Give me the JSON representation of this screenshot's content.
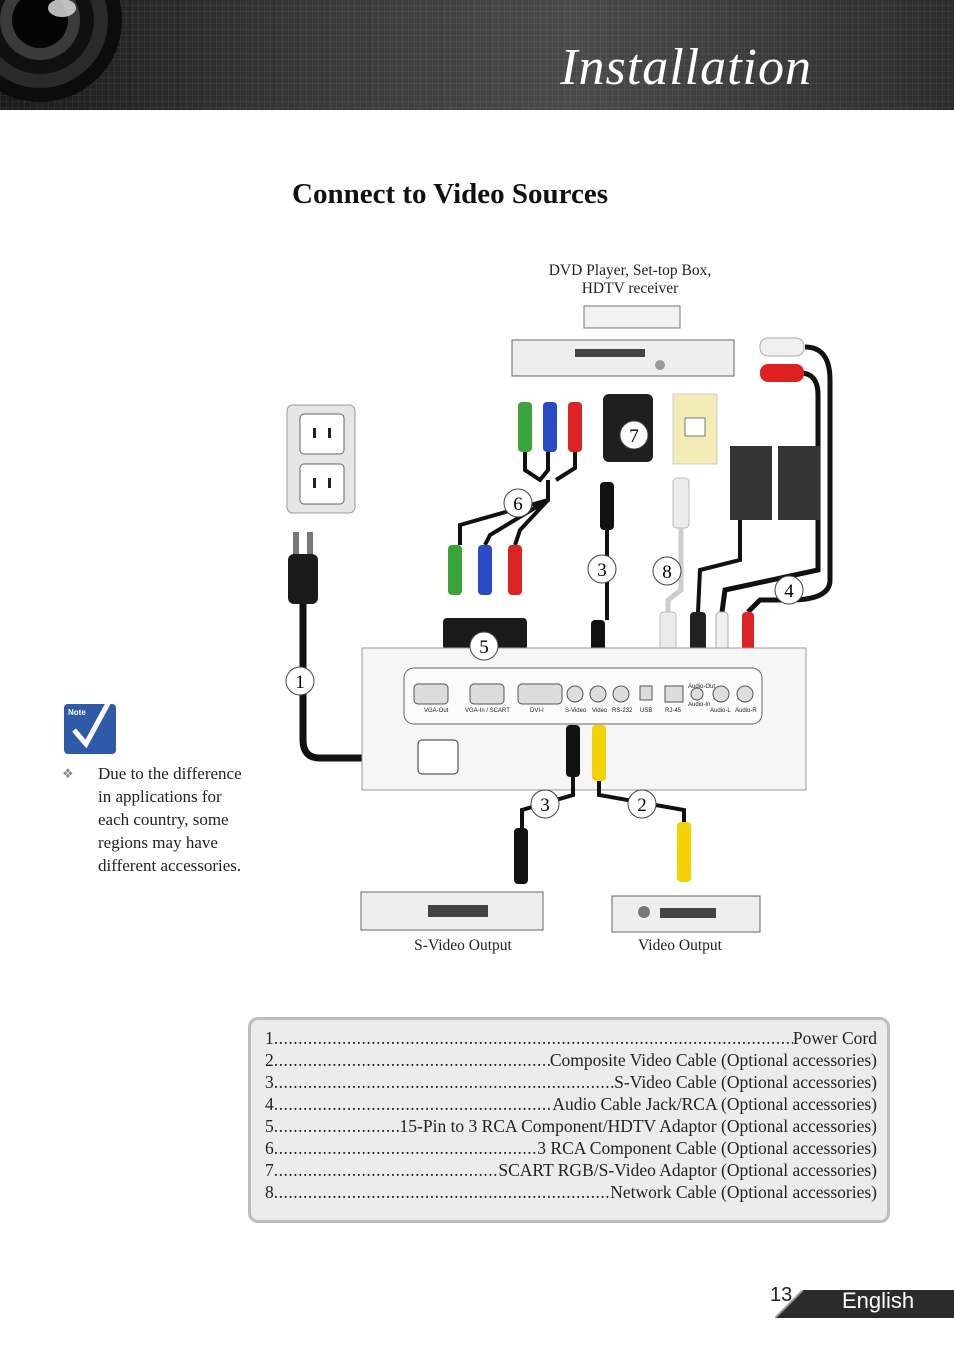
{
  "header": {
    "title": "Installation"
  },
  "section": {
    "title": "Connect to Video Sources"
  },
  "diagram": {
    "captions": {
      "dvd": [
        "DVD Player, Set-top Box,",
        "HDTV receiver"
      ],
      "svideo_output": "S-Video Output",
      "video_output": "Video Output"
    },
    "callouts": [
      "1",
      "2",
      "3",
      "3",
      "4",
      "5",
      "6",
      "7",
      "8"
    ],
    "port_labels": [
      "VGA-Out",
      "VGA-In / SCART",
      "DVI-I",
      "S-Video",
      "Video",
      "RS-232",
      "USB",
      "RJ-45",
      "Audio-Out",
      "Audio-In",
      "Audio-L",
      "Audio-R"
    ]
  },
  "note": {
    "icon_label": "Note",
    "text": "Due to the difference in applications for each country, some regions may have different accessories."
  },
  "legend": [
    {
      "num": "1",
      "label": "Power Cord"
    },
    {
      "num": "2",
      "label": "Composite Video Cable (Optional accessories)"
    },
    {
      "num": "3",
      "label": "S-Video Cable (Optional accessories)"
    },
    {
      "num": "4",
      "label": "Audio Cable Jack/RCA (Optional accessories)"
    },
    {
      "num": "5",
      "label": "15-Pin to 3 RCA Component/HDTV Adaptor (Optional accessories)"
    },
    {
      "num": "6",
      "label": "3 RCA Component Cable (Optional accessories)"
    },
    {
      "num": "7",
      "label": "SCART RGB/S-Video Adaptor (Optional accessories)"
    },
    {
      "num": "8",
      "label": "Network Cable (Optional accessories)"
    }
  ],
  "footer": {
    "page_number": "13",
    "language": "English"
  }
}
